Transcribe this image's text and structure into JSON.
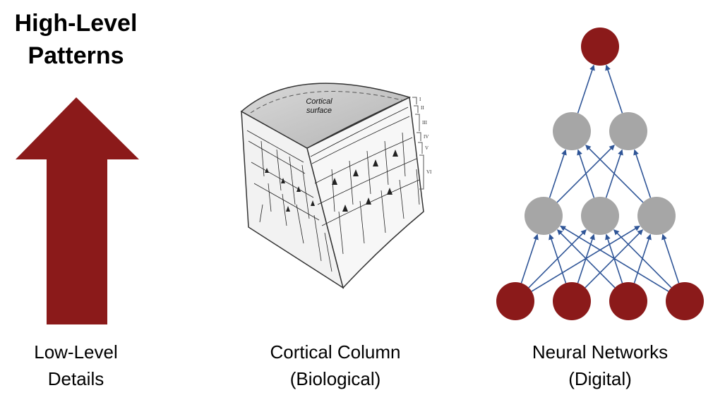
{
  "title": {
    "line1": "High-Level",
    "line2": "Patterns"
  },
  "arrow": {
    "color": "#8b1a1a",
    "direction": "up"
  },
  "cortex": {
    "surface_label_line1": "Cortical",
    "surface_label_line2": "surface",
    "layers": [
      "I",
      "II",
      "III",
      "IV",
      "V",
      "VI"
    ]
  },
  "network": {
    "layer_sizes": [
      1,
      2,
      3,
      4
    ],
    "node_colors": {
      "output": "#8b1a1a",
      "hidden": "#a6a6a6",
      "input": "#8b1a1a"
    },
    "edge_color": "#2f5597"
  },
  "captions": {
    "left": {
      "line1": "Low-Level",
      "line2": "Details"
    },
    "middle": {
      "line1": "Cortical Column",
      "line2": "(Biological)"
    },
    "right": {
      "line1": "Neural Networks",
      "line2": "(Digital)"
    }
  }
}
